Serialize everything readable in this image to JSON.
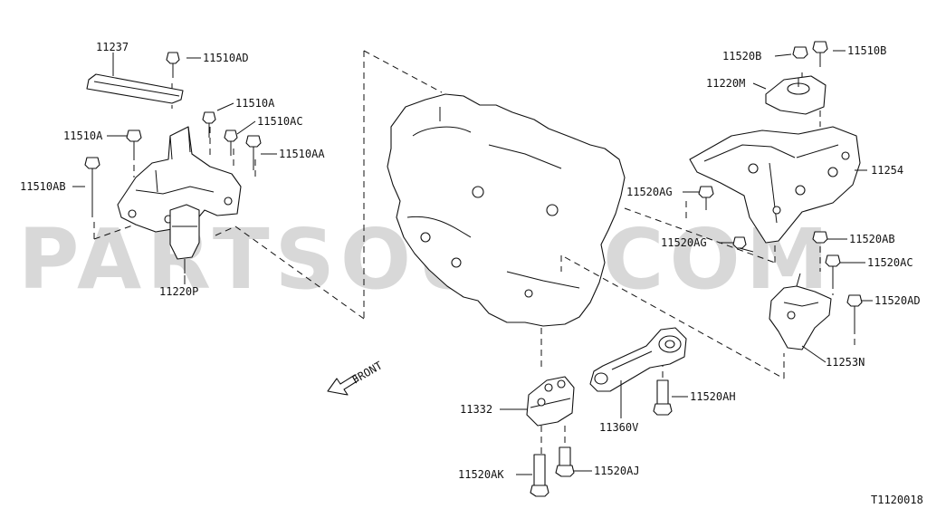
{
  "watermark": "PARTSOUQ.COM",
  "diagram_code": "T1120018",
  "direction_label": "FRONT",
  "labels": {
    "p11237": "11237",
    "p11510AD": "11510AD",
    "p11510A_right": "11510A",
    "p11510AC": "11510AC",
    "p11510A_left": "11510A",
    "p11510AA": "11510AA",
    "p11510AB": "11510AB",
    "p11220P": "11220P",
    "p11520B": "11520B",
    "p11510B": "11510B",
    "p11220M": "11220M",
    "p11254": "11254",
    "p11520AG_top": "11520AG",
    "p11520AG_bottom": "11520AG",
    "p11520AB": "11520AB",
    "p11520AC": "11520AC",
    "p11520AD": "11520AD",
    "p11253N": "11253N",
    "p11332": "11332",
    "p11360V": "11360V",
    "p11520AH": "11520AH",
    "p11520AK": "11520AK",
    "p11520AJ": "11520AJ"
  }
}
